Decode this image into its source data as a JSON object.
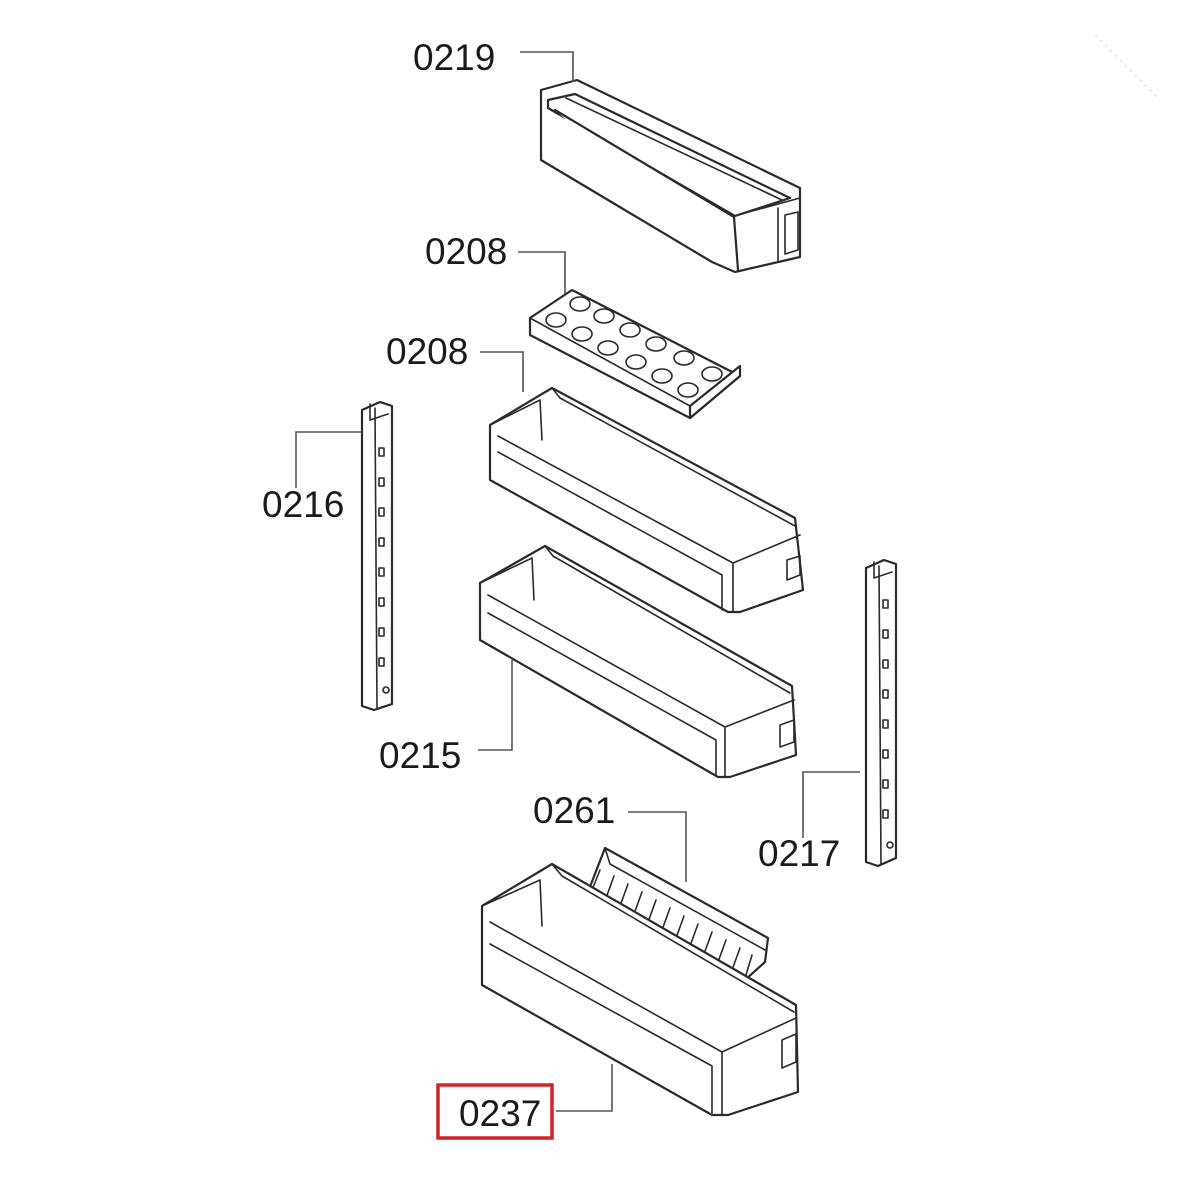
{
  "highlight_color": "#d42027",
  "callouts": {
    "c0219": "0219",
    "c0208_top": "0208",
    "c0208_mid": "0208",
    "c0216": "0216",
    "c0215": "0215",
    "c0261": "0261",
    "c0217": "0217",
    "c0237": "0237"
  },
  "highlighted_part": "0237"
}
